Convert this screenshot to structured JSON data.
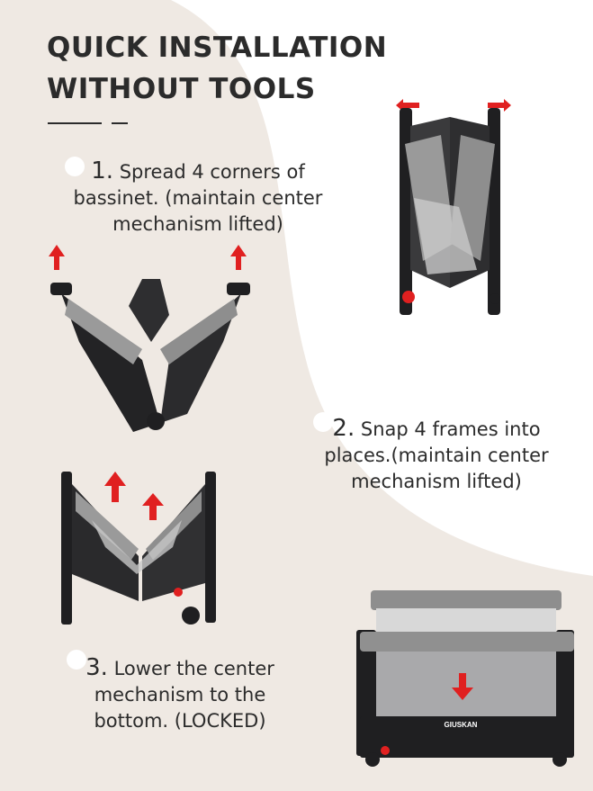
{
  "title": {
    "line1": "QUICK INSTALLATION",
    "line2": "WITHOUT TOOLS"
  },
  "steps": [
    {
      "number": "1.",
      "line1": "Spread 4 corners of",
      "line2": "bassinet. (maintain center",
      "line3": "mechanism lifted)"
    },
    {
      "number": "2.",
      "line1": "Snap 4 frames into",
      "line2": "places.(maintain center",
      "line3": "mechanism lifted)"
    },
    {
      "number": "3.",
      "line1": "Lower the center",
      "line2": "mechanism to the",
      "line3": "bottom. (LOCKED)"
    }
  ],
  "crib_brand": "GIUSKAN",
  "colors": {
    "background_beige": "#efe9e3",
    "text_dark": "#2b2b2b",
    "arrow_red": "#e02020",
    "frame_black": "#1f1f21",
    "fabric_gray": "#8e8e8e"
  }
}
